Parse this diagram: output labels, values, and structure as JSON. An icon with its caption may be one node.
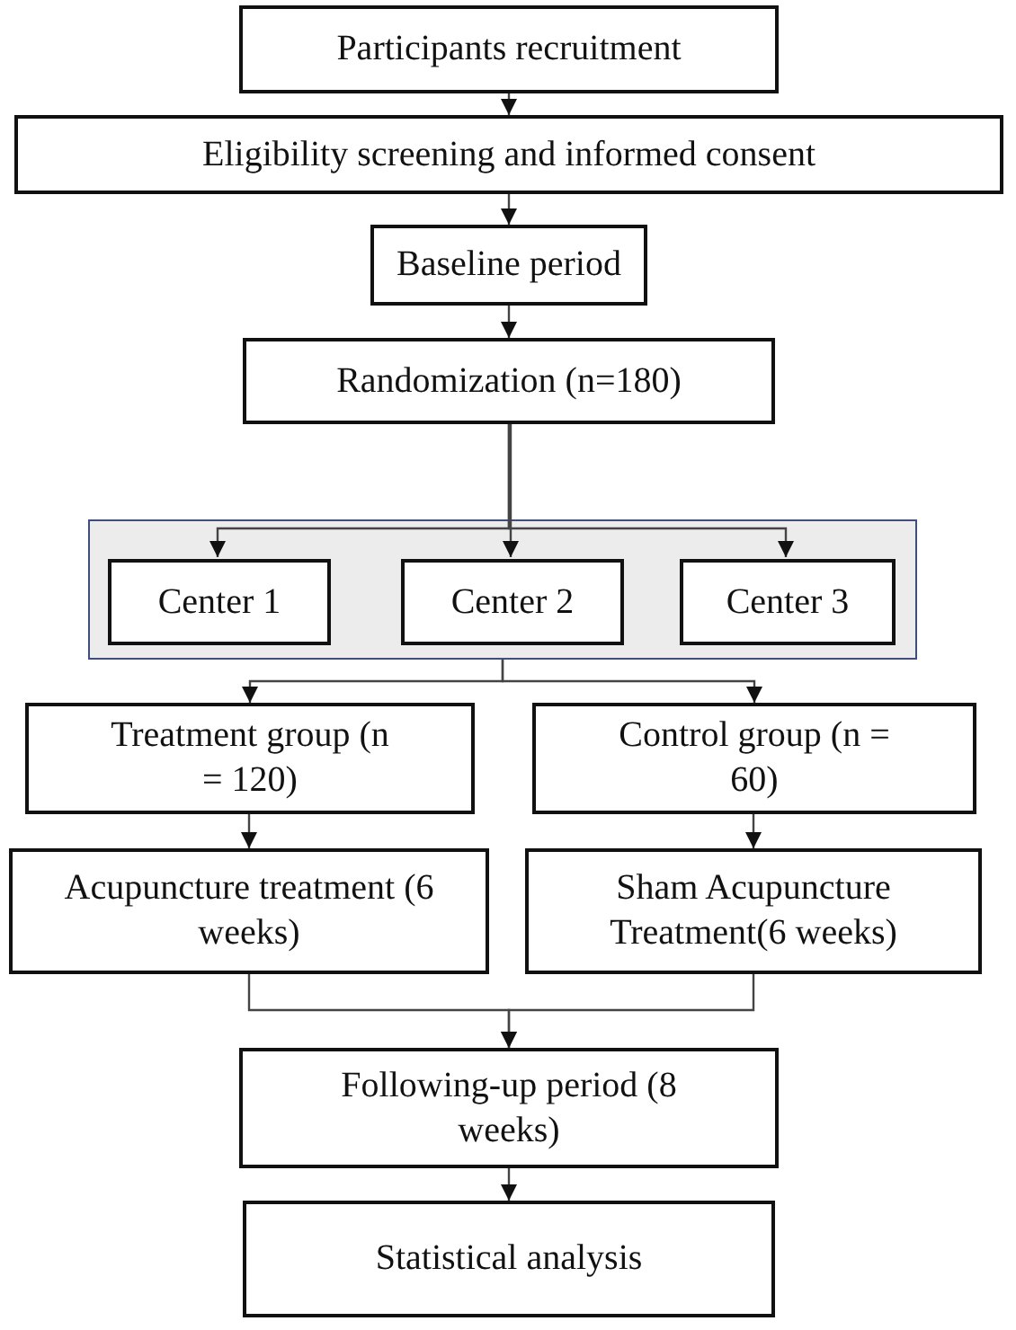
{
  "diagram": {
    "nodes": [
      {
        "text": [
          "Participants recruitment"
        ]
      },
      {
        "text": [
          "Eligibility screening and informed consent"
        ]
      },
      {
        "text": [
          "Baseline period"
        ]
      },
      {
        "text": [
          "Randomization (n=180)"
        ]
      },
      {
        "text": [],
        "shape": "box"
      },
      {
        "text": [
          "Center 1"
        ],
        "in": 4
      },
      {
        "text": [
          "Center 2"
        ],
        "in": 4
      },
      {
        "text": [
          "Center 3"
        ],
        "in": 4
      },
      {
        "text": [
          "Treatment group (n = 120)"
        ]
      },
      {
        "text": [
          "Control group (n = 60)"
        ]
      },
      {
        "text": [
          "Acupuncture treatment (6 weeks)"
        ]
      },
      {
        "text": [
          "Sham Acupuncture Treatment(6 weeks)"
        ]
      },
      {
        "text": [
          "Following-up period (8 weeks)"
        ]
      },
      {
        "text": [
          "Statistical analysis"
        ]
      }
    ],
    "edges": [
      {
        "from": 0,
        "to": 1,
        "arrow": "to"
      },
      {
        "from": 1,
        "to": 2,
        "arrow": "to"
      },
      {
        "from": 2,
        "to": 3,
        "arrow": "to"
      },
      {
        "from": 3,
        "to": 5,
        "arrow": "to"
      },
      {
        "from": 3,
        "to": 6,
        "arrow": "to"
      },
      {
        "from": 3,
        "to": 7,
        "arrow": "to"
      },
      {
        "from": 4,
        "to": 8,
        "arrow": "to"
      },
      {
        "from": 4,
        "to": 9,
        "arrow": "to"
      },
      {
        "from": 8,
        "to": 10,
        "arrow": "to"
      },
      {
        "from": 9,
        "to": 11,
        "arrow": "to"
      },
      {
        "from": 10,
        "to": 12,
        "arrow": "to"
      },
      {
        "from": 11,
        "to": 12,
        "arrow": "to"
      },
      {
        "from": 12,
        "to": 13,
        "arrow": "to"
      }
    ]
  }
}
